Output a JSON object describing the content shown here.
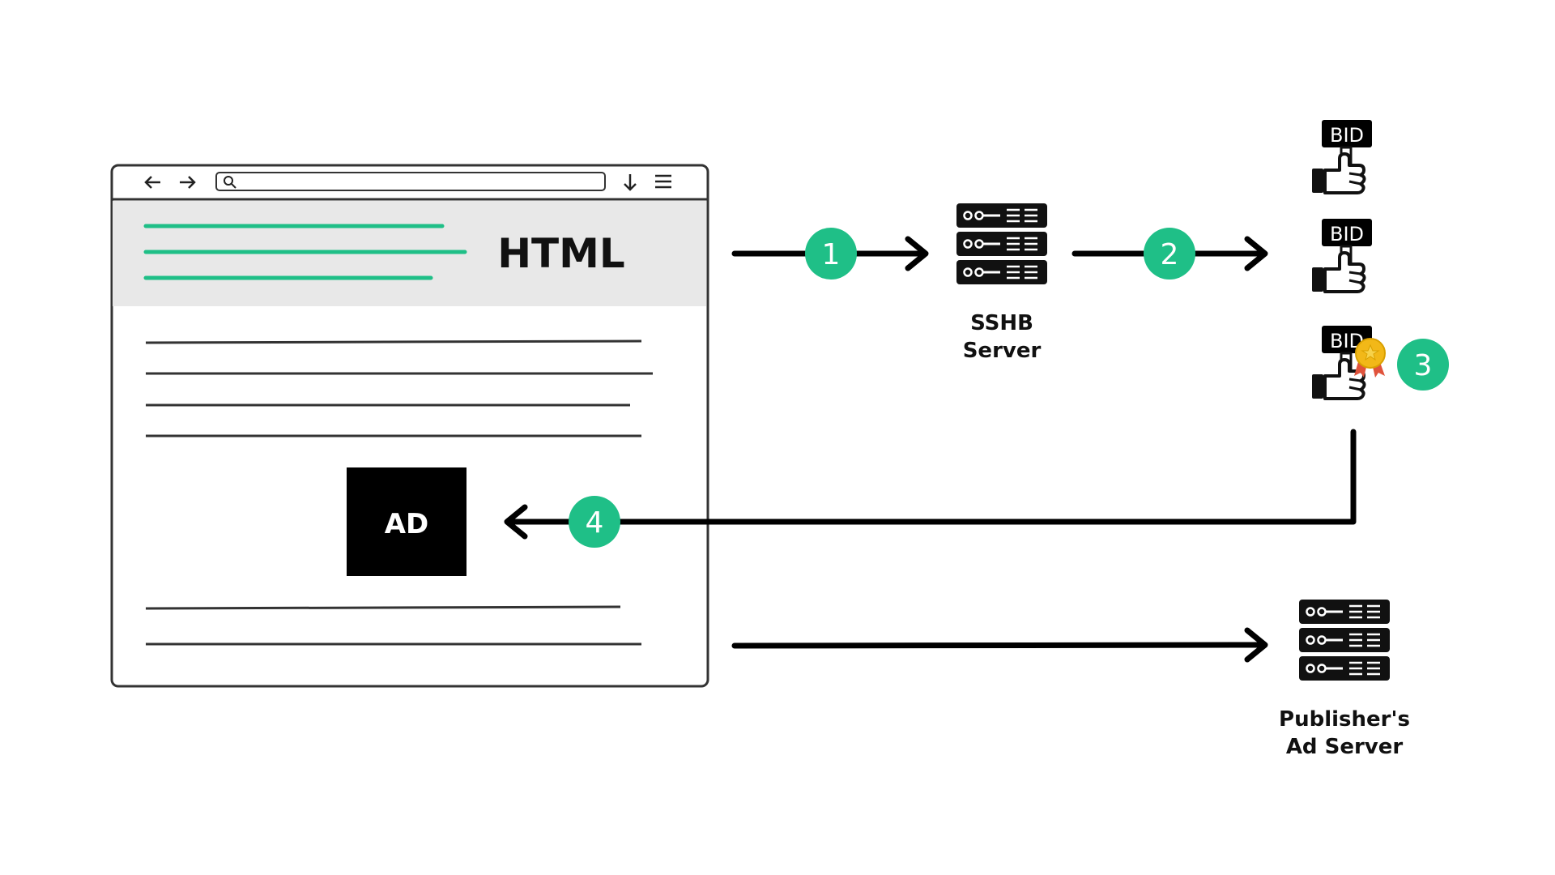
{
  "browser": {
    "back_icon": "arrow-left-icon",
    "forward_icon": "arrow-right-icon",
    "search_icon": "search-icon",
    "download_icon": "download-icon",
    "menu_icon": "hamburger-menu-icon"
  },
  "page": {
    "html_label": "HTML",
    "ad_label": "AD"
  },
  "steps": [
    "1",
    "2",
    "3",
    "4"
  ],
  "sshb_server": {
    "line1": "SSHB",
    "line2": "Server"
  },
  "bids": [
    "BID",
    "BID",
    "BID"
  ],
  "publisher_ad_server": {
    "line1": "Publisher's",
    "line2": "Ad Server"
  },
  "colors": {
    "accent_green": "#1fbf87",
    "header_band": "#e8e8e8",
    "ink": "#111111",
    "medal_gold": "#f2b818",
    "medal_ribbon": "#e0533c"
  }
}
